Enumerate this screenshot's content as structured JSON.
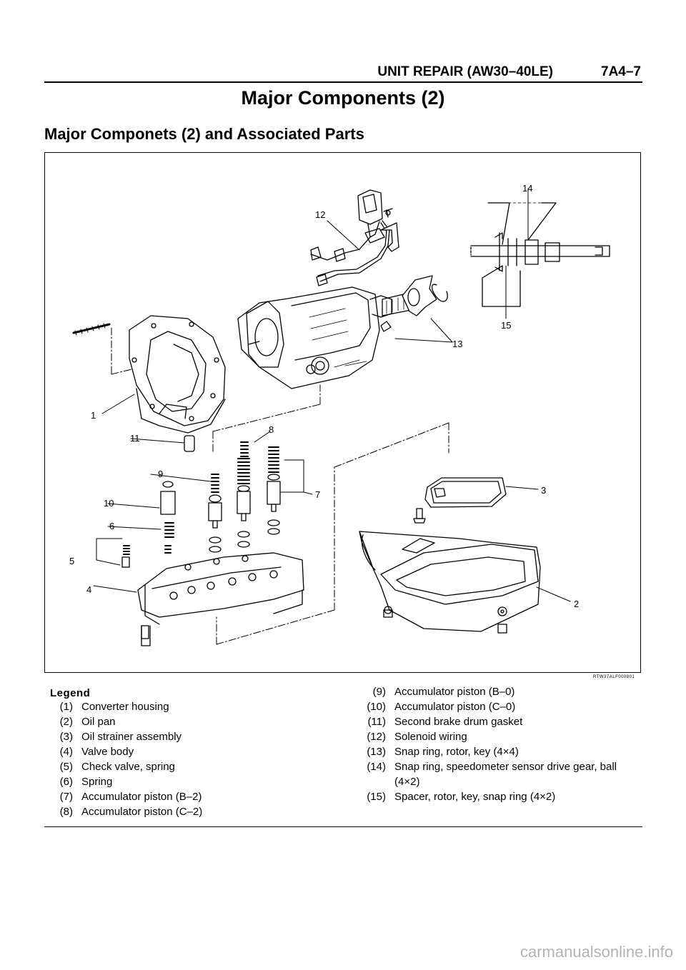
{
  "header": {
    "title": "UNIT REPAIR (AW30–40LE)",
    "page": "7A4–7"
  },
  "page_title": "Major Components (2)",
  "section_title": "Major Componets (2) and Associated Parts",
  "figure": {
    "code": "RTW37ALF000801",
    "callouts": {
      "c1": "1",
      "c2": "2",
      "c3": "3",
      "c4": "4",
      "c5": "5",
      "c6": "6",
      "c7": "7",
      "c8": "8",
      "c9": "9",
      "c10": "10",
      "c11": "11",
      "c12": "12",
      "c13": "13",
      "c14": "14",
      "c15": "15"
    }
  },
  "legend": {
    "title": "Legend",
    "left": [
      {
        "num": "(1)",
        "text": "Converter housing"
      },
      {
        "num": "(2)",
        "text": "Oil pan"
      },
      {
        "num": "(3)",
        "text": "Oil strainer assembly"
      },
      {
        "num": "(4)",
        "text": "Valve body"
      },
      {
        "num": "(5)",
        "text": "Check valve, spring"
      },
      {
        "num": "(6)",
        "text": "Spring"
      },
      {
        "num": "(7)",
        "text": "Accumulator piston (B–2)"
      },
      {
        "num": "(8)",
        "text": "Accumulator piston (C–2)"
      }
    ],
    "right": [
      {
        "num": "(9)",
        "text": "Accumulator piston (B–0)"
      },
      {
        "num": "(10)",
        "text": "Accumulator piston (C–0)"
      },
      {
        "num": "(11)",
        "text": "Second brake drum gasket"
      },
      {
        "num": "(12)",
        "text": "Solenoid wiring"
      },
      {
        "num": "(13)",
        "text": "Snap ring, rotor, key (4×4)"
      },
      {
        "num": "(14)",
        "text": "Snap ring, speedometer sensor drive gear, ball (4×2)"
      },
      {
        "num": "(15)",
        "text": "Spacer, rotor, key, snap ring (4×2)"
      }
    ]
  },
  "watermark": "carmanualsonline.info"
}
